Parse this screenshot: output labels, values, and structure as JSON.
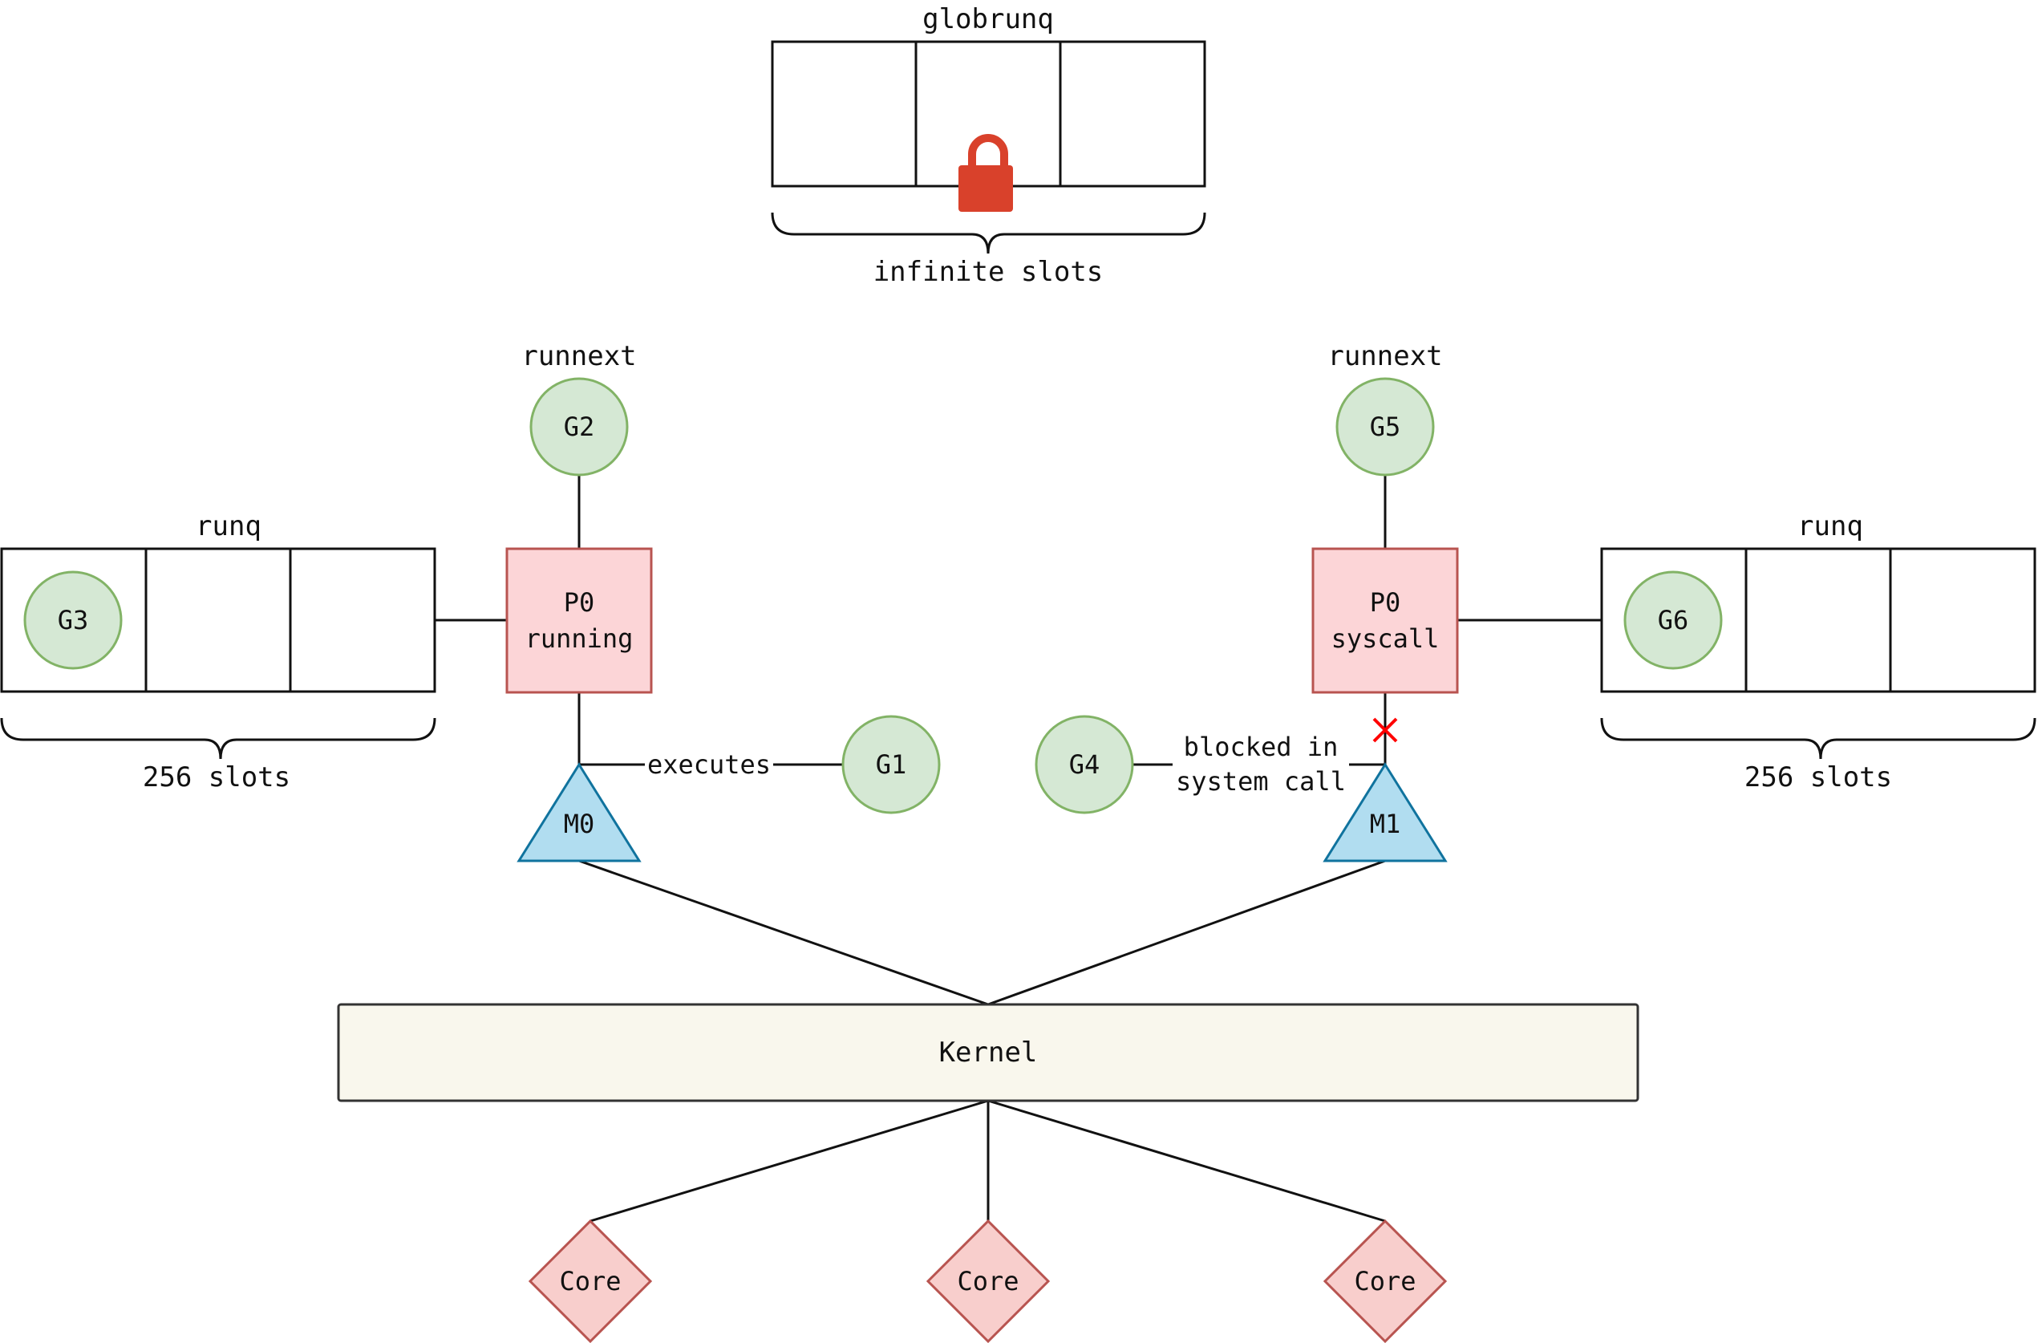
{
  "global_queue": {
    "title": "globrunq",
    "capacity_label": "infinite slots",
    "locked": true,
    "lock_icon": "padlock-icon",
    "lock_color": "#d9412b"
  },
  "left_processor": {
    "runnext_label": "runnext",
    "runnext_goroutine": "G2",
    "processor_name": "P0",
    "processor_state": "running",
    "runq_title": "runq",
    "runq_goroutines": [
      "G3"
    ],
    "runq_capacity_label": "256 slots",
    "machine": "M0",
    "edge_label": "executes",
    "executing_goroutine": "G1"
  },
  "right_processor": {
    "runnext_label": "runnext",
    "runnext_goroutine": "G5",
    "processor_name": "P0",
    "processor_state": "syscall",
    "runq_title": "runq",
    "runq_goroutines": [
      "G6"
    ],
    "runq_capacity_label": "256 slots",
    "machine": "M1",
    "edge_label_line1": "blocked in",
    "edge_label_line2": "system call",
    "blocked_goroutine": "G4",
    "detached_marker": "cross-icon"
  },
  "kernel": {
    "label": "Kernel"
  },
  "cores": [
    {
      "label": "Core"
    },
    {
      "label": "Core"
    },
    {
      "label": "Core"
    }
  ],
  "colors": {
    "goroutine_fill": "#d5e8d4",
    "goroutine_stroke": "#82b366",
    "processor_fill": "#fcd5d7",
    "processor_stroke": "#b85450",
    "machine_fill": "#b1ddf0",
    "machine_stroke": "#10739e",
    "kernel_fill": "#f9f7ed",
    "core_fill": "#f8cecc",
    "core_stroke": "#b85450",
    "cross_color": "#ff0000"
  }
}
